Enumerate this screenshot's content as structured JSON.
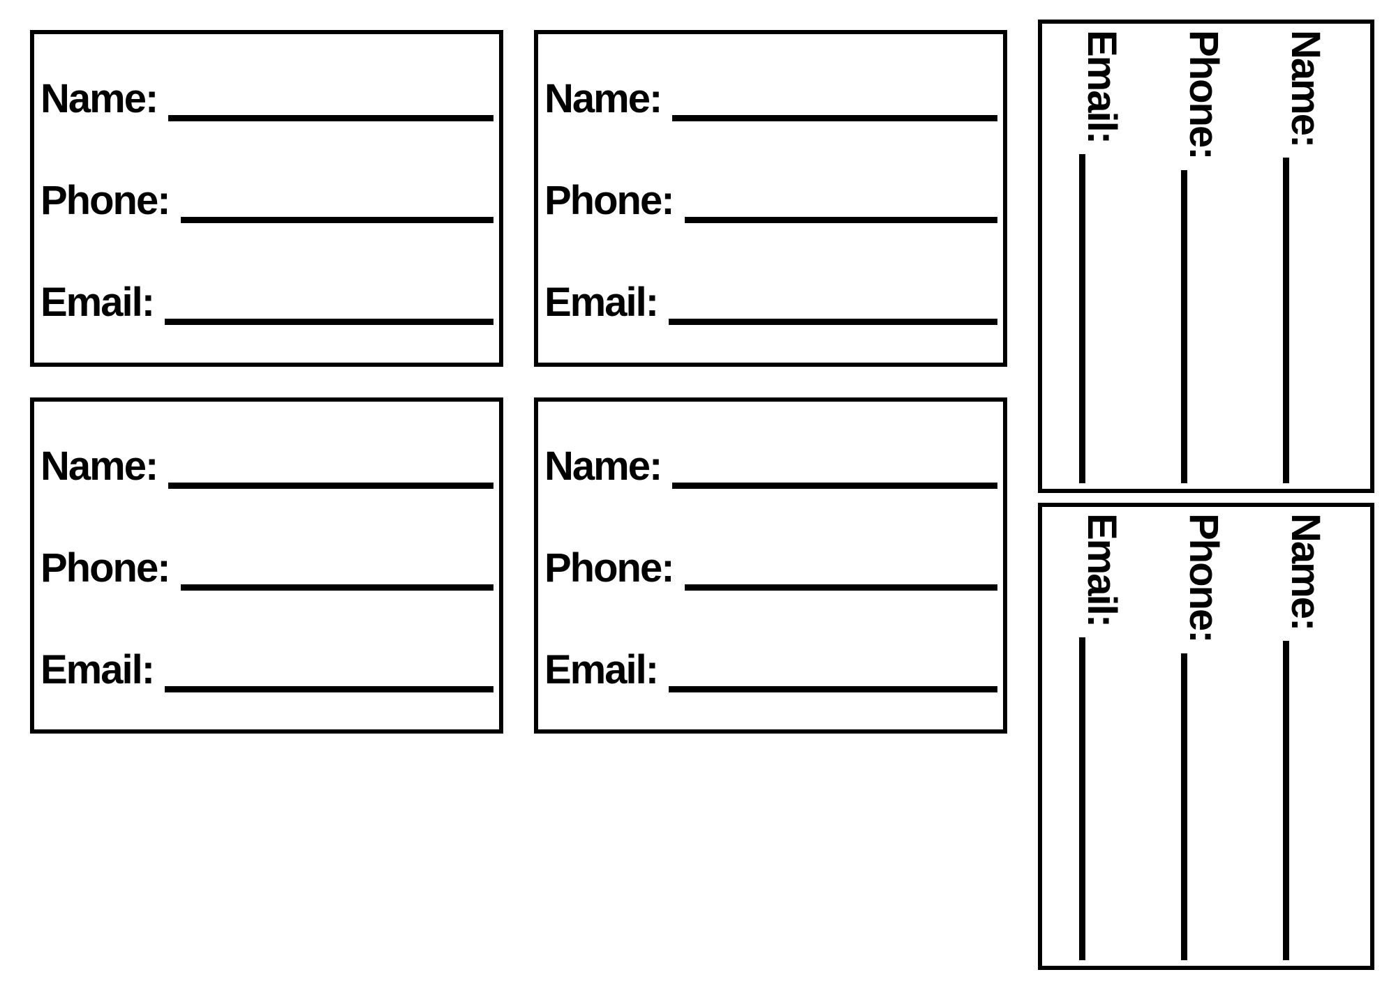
{
  "page": {
    "background_color": "#ffffff",
    "ink_color": "#000000",
    "description": "Printable blank contact information card template sheet"
  },
  "cards": [
    {
      "id": "contact-card-1",
      "orientation": "horizontal",
      "fields": [
        {
          "label": "Name:",
          "value": ""
        },
        {
          "label": "Phone:",
          "value": ""
        },
        {
          "label": "Email:",
          "value": ""
        }
      ]
    },
    {
      "id": "contact-card-2",
      "orientation": "horizontal",
      "fields": [
        {
          "label": "Name:",
          "value": ""
        },
        {
          "label": "Phone:",
          "value": ""
        },
        {
          "label": "Email:",
          "value": ""
        }
      ]
    },
    {
      "id": "contact-card-3",
      "orientation": "horizontal",
      "fields": [
        {
          "label": "Name:",
          "value": ""
        },
        {
          "label": "Phone:",
          "value": ""
        },
        {
          "label": "Email:",
          "value": ""
        }
      ]
    },
    {
      "id": "contact-card-4",
      "orientation": "horizontal",
      "fields": [
        {
          "label": "Name:",
          "value": ""
        },
        {
          "label": "Phone:",
          "value": ""
        },
        {
          "label": "Email:",
          "value": ""
        }
      ]
    },
    {
      "id": "contact-card-5",
      "orientation": "rotated-90-clockwise",
      "fields": [
        {
          "label": "Name:",
          "value": ""
        },
        {
          "label": "Phone:",
          "value": ""
        },
        {
          "label": "Email:",
          "value": ""
        }
      ]
    },
    {
      "id": "contact-card-6",
      "orientation": "rotated-90-clockwise",
      "fields": [
        {
          "label": "Name:",
          "value": ""
        },
        {
          "label": "Phone:",
          "value": ""
        },
        {
          "label": "Email:",
          "value": ""
        }
      ]
    }
  ]
}
